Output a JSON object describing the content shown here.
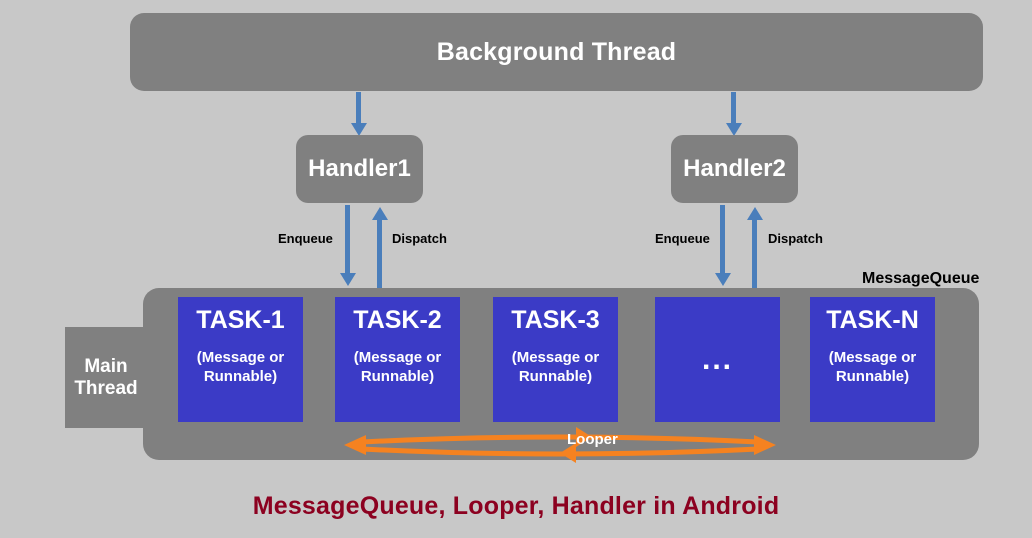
{
  "diagram": {
    "background_color": "#c8c8c8",
    "box_color": "#808080",
    "task_color": "#3b3bc6",
    "arrow_color": "#4a7ebb",
    "looper_color": "#f58220",
    "title_color": "#8c0120",
    "background_thread": {
      "label": "Background Thread"
    },
    "handlers": [
      {
        "label": "Handler1"
      },
      {
        "label": "Handler2"
      }
    ],
    "flow_labels": {
      "enqueue": "Enqueue",
      "dispatch": "Dispatch"
    },
    "main_thread": {
      "line1": "Main",
      "line2": "Thread"
    },
    "message_queue": {
      "label": "MessageQueue"
    },
    "tasks": [
      {
        "title": "TASK-1",
        "sub_line1": "(Message or",
        "sub_line2": "Runnable)"
      },
      {
        "title": "TASK-2",
        "sub_line1": "(Message or",
        "sub_line2": "Runnable)"
      },
      {
        "title": "TASK-3",
        "sub_line1": "(Message or",
        "sub_line2": "Runnable)"
      },
      {
        "title": "",
        "dots": "..."
      },
      {
        "title": "TASK-N",
        "sub_line1": "(Message or",
        "sub_line2": "Runnable)"
      }
    ],
    "looper": {
      "label": "Looper"
    },
    "footer_title": "MessageQueue, Looper, Handler in Android"
  }
}
